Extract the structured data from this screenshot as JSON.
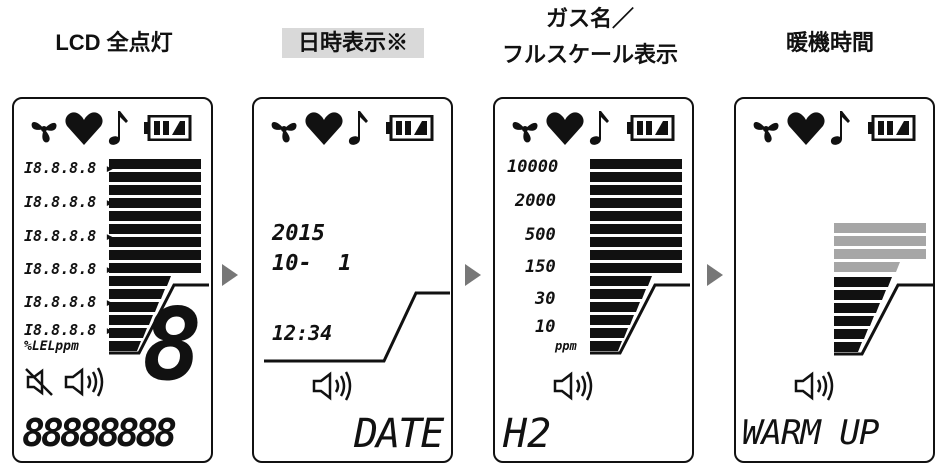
{
  "titles": {
    "p1": "LCD 全点灯",
    "p2": "日時表示※",
    "p3_line1": "ガス名／",
    "p3_line2": "フルスケール表示",
    "p4": "暖機時間"
  },
  "panel1": {
    "range_labels": [
      "I8.8.8.8",
      "I8.8.8.8",
      "I8.8.8.8",
      "I8.8.8.8",
      "I8.8.8.8",
      "I8.8.8.8"
    ],
    "unit_label": "%LELppm",
    "big_digit": "8",
    "bottom_text": "88888888"
  },
  "panel2": {
    "year": "2015",
    "date": "10-  1",
    "time": "12:34",
    "bottom_text": "DATE"
  },
  "panel3": {
    "range_labels": [
      "10000",
      "2000",
      "500",
      "150",
      "30",
      "10"
    ],
    "unit_label": "ppm",
    "bottom_text": "H2"
  },
  "panel4": {
    "bottom_text": "WARM UP",
    "active_bar_color": "#111111",
    "dim_bar_color": "#a6a6a6"
  },
  "icons": [
    "fan-icon",
    "heart-icon",
    "music-note-icon",
    "battery-icon",
    "speaker-icon",
    "mute-icon"
  ]
}
